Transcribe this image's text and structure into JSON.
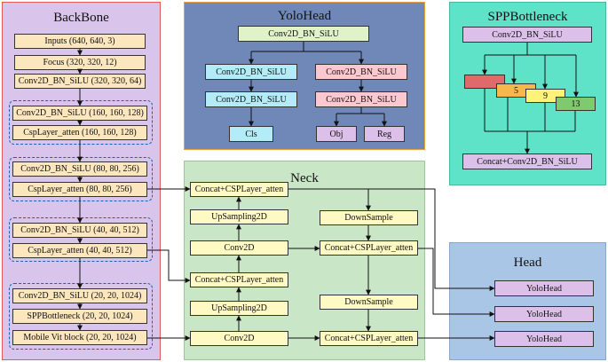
{
  "backbone": {
    "title": "BackBone",
    "blocks": [
      "Inputs (640, 640, 3)",
      "Focus (320, 320, 12)",
      "Conv2D_BN_SiLU (320, 320, 64)",
      "Conv2D_BN_SiLU (160, 160, 128)",
      "CspLayer_atten (160, 160, 128)",
      "Conv2D_BN_SiLU (80, 80, 256)",
      "CspLayer_atten (80, 80, 256)",
      "Conv2D_BN_SiLU (40, 40, 512)",
      "CspLayer_atten (40, 40, 512)",
      "Conv2D_BN_SiLU (20, 20, 1024)",
      "SPPBottleneck (20, 20, 1024)",
      "Mobile Vit block (20, 20, 1024)"
    ]
  },
  "yolohead": {
    "title": "YoloHead",
    "top": "Conv2D_BN_SiLU",
    "left_col": [
      "Conv2D_BN_SiLU",
      "Conv2D_BN_SiLU",
      "Cls"
    ],
    "right_col": [
      "Conv2D_BN_SiLU",
      "Conv2D_BN_SiLU"
    ],
    "obj": "Obj",
    "reg": "Reg"
  },
  "spp": {
    "title": "SPPBottleneck",
    "top": "Conv2D_BN_SiLU",
    "pools": [
      "5",
      "9",
      "13"
    ],
    "bottom": "Concat+Conv2D_BN_SiLU"
  },
  "neck": {
    "title": "Neck",
    "left_col": [
      "Concat+CSPLayer_atten",
      "UpSampling2D",
      "Conv2D",
      "Concat+CSPLayer_atten",
      "UpSampling2D",
      "Conv2D"
    ],
    "right_col": [
      "DownSample",
      "Concat+CSPLayer_atten",
      "DownSample",
      "Concat+CSPLayer_atten"
    ]
  },
  "head": {
    "title": "Head",
    "blocks": [
      "YoloHead",
      "YoloHead",
      "YoloHead"
    ]
  },
  "colors": {
    "backbone_bg": "#d9c4eb",
    "backbone_border": "#e05a5a",
    "yolohead_bg": "#6f88b8",
    "yolohead_border": "#e8a040",
    "spp_bg": "#5ee3c9",
    "neck_bg": "#c9e6c6",
    "head_bg": "#a9c6e6",
    "beige": "#fbe6be",
    "yellow": "#fff9c4",
    "light_green": "#dff2c8",
    "cyan": "#b3ecf6",
    "pink": "#fcc8cf",
    "violet": "#dcc0ea",
    "red_pool": "#e06a6a",
    "orange_pool": "#f7b84b",
    "yellow_pool": "#fff27a",
    "green_pool": "#7fc96e"
  }
}
